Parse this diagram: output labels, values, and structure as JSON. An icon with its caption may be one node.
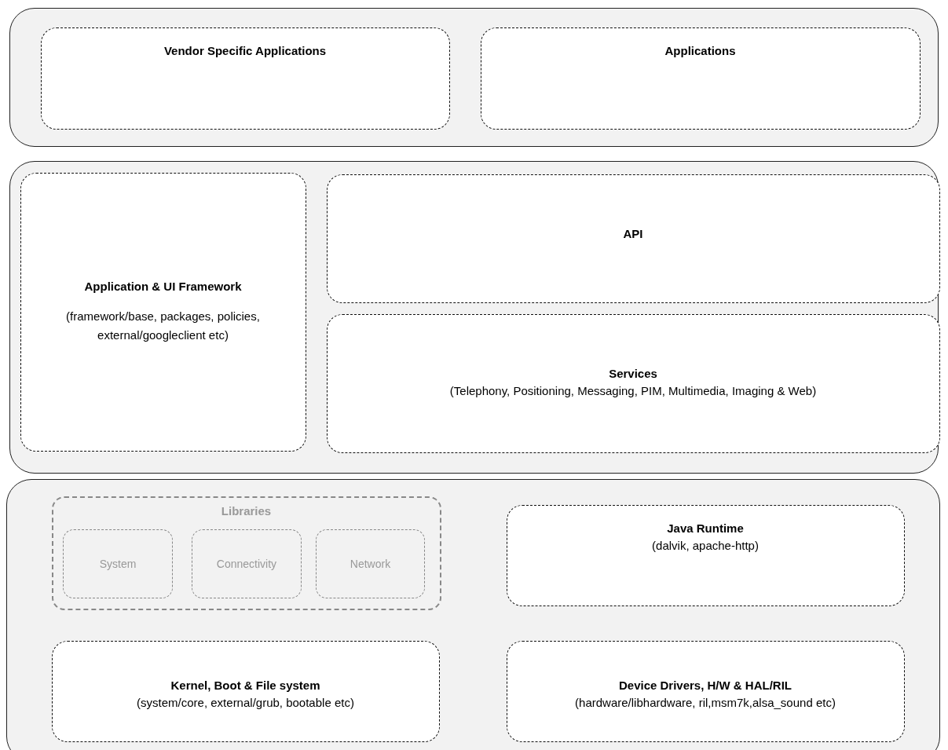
{
  "diagram": {
    "nodes": [
      {
        "text": [],
        "shape": "box"
      },
      {
        "text": [
          "Vendor Specific Applications"
        ],
        "in": 0
      },
      {
        "text": [
          "Applications"
        ],
        "in": 0
      },
      {
        "text": [],
        "shape": "box"
      },
      {
        "text": [
          "Application & UI Framework",
          "(framework/base, packages, policies, external/googleclient etc)"
        ],
        "in": 3
      },
      {
        "text": [
          "API"
        ],
        "in": 3
      },
      {
        "text": [
          "Services",
          "(Telephony, Positioning, Messaging, PIM, Multimedia, Imaging & Web)"
        ],
        "in": 3
      },
      {
        "text": [],
        "shape": "box"
      },
      {
        "text": [
          "Libraries"
        ],
        "in": 7
      },
      {
        "text": [
          "System"
        ],
        "in": 8
      },
      {
        "text": [
          "Connectivity"
        ],
        "in": 8
      },
      {
        "text": [
          "Network"
        ],
        "in": 8
      },
      {
        "text": [
          "Java Runtime",
          "(dalvik, apache-http)"
        ],
        "in": 7
      },
      {
        "text": [
          "Kernel, Boot & File system",
          "(system/core, external/grub, bootable etc)"
        ],
        "in": 7
      },
      {
        "text": [
          "Device Drivers, H/W & HAL/RIL",
          "(hardware/libhardware, ril,msm7k,alsa_sound etc)"
        ],
        "in": 7
      }
    ]
  }
}
